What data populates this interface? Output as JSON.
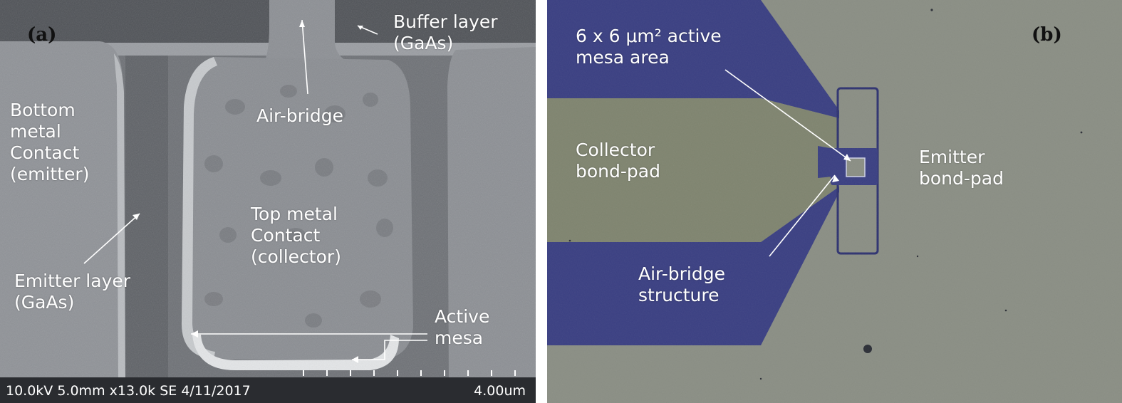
{
  "panel_a": {
    "label": "(a)",
    "annotations": {
      "buffer_layer": [
        "Buffer layer",
        "(GaAs)"
      ],
      "air_bridge": [
        "Air-bridge"
      ],
      "bottom_contact": [
        "Bottom",
        "metal",
        "Contact",
        "(emitter)"
      ],
      "top_contact": [
        "Top metal",
        "Contact",
        "(collector)"
      ],
      "emitter_layer": [
        "Emitter layer",
        "(GaAs)"
      ],
      "active_mesa": [
        "Active",
        "mesa"
      ]
    },
    "sem_info": "10.0kV 5.0mm x13.0k SE  4/11/2017",
    "scale_bar": "4.00um"
  },
  "panel_b": {
    "label": "(b)",
    "annotations": {
      "active_area": [
        "6 x 6 μm² active",
        "mesa area"
      ],
      "collector_pad": [
        "Collector",
        "bond-pad"
      ],
      "emitter_pad": [
        "Emitter",
        "bond-pad"
      ],
      "air_bridge_structure": [
        "Air-bridge",
        "structure"
      ]
    }
  },
  "colors": {
    "sem_background": "#6e7176",
    "sem_metal": "#8a8d92",
    "optical_background": "#8a8e84",
    "optical_metal": "#3a3f82",
    "optical_pad": "#7f846f"
  }
}
